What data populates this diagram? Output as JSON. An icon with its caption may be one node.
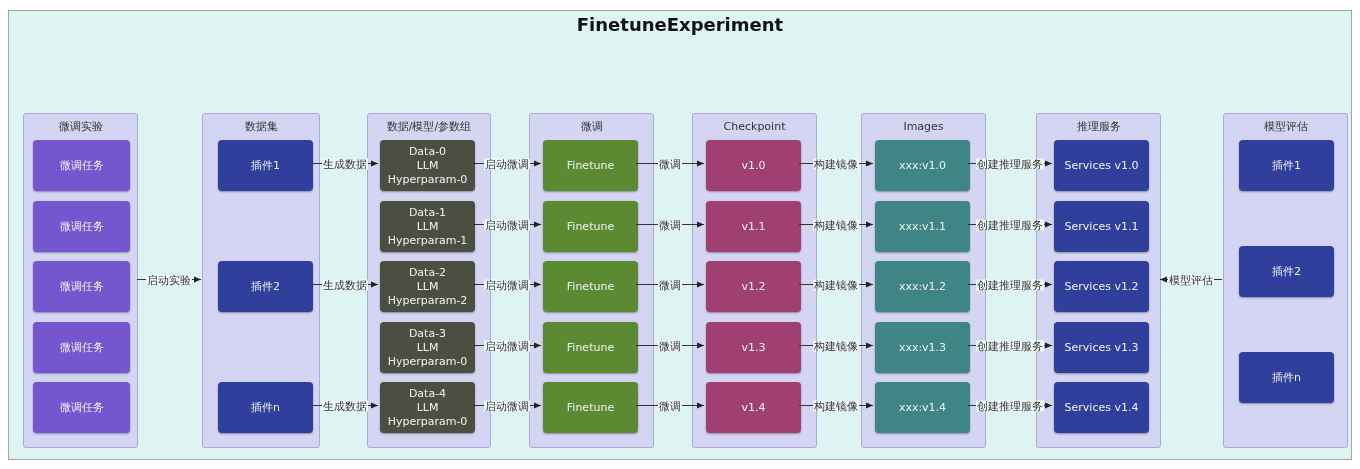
{
  "diagram": {
    "title": "FinetuneExperiment",
    "nodes": [
      {
        "text": [],
        "shape": "box"
      },
      {
        "text": [
          "微调实验"
        ],
        "in": 0
      },
      {
        "text": [
          "微调任务"
        ],
        "in": 1
      },
      {
        "text": [
          "微调任务"
        ],
        "in": 1
      },
      {
        "text": [
          "微调任务"
        ],
        "in": 1
      },
      {
        "text": [
          "微调任务"
        ],
        "in": 1
      },
      {
        "text": [
          "微调任务"
        ],
        "in": 1
      },
      {
        "text": [
          "数据集"
        ],
        "in": 0
      },
      {
        "text": [
          "插件1"
        ],
        "in": 7
      },
      {
        "text": [
          "插件2"
        ],
        "in": 7
      },
      {
        "text": [
          "插件n"
        ],
        "in": 7
      },
      {
        "text": [
          "数据/模型/参数组"
        ],
        "in": 0
      },
      {
        "text": [
          "Data-0 LLM Hyperparam-0"
        ],
        "in": 11
      },
      {
        "text": [
          "Data-1 LLM Hyperparam-1"
        ],
        "in": 11
      },
      {
        "text": [
          "Data-2 LLM Hyperparam-2"
        ],
        "in": 11
      },
      {
        "text": [
          "Data-3 LLM Hyperparam-0"
        ],
        "in": 11
      },
      {
        "text": [
          "Data-4 LLM Hyperparam-0"
        ],
        "in": 11
      },
      {
        "text": [
          "微调"
        ],
        "in": 0
      },
      {
        "text": [
          "Finetune"
        ],
        "in": 17
      },
      {
        "text": [
          "Finetune"
        ],
        "in": 17
      },
      {
        "text": [
          "Finetune"
        ],
        "in": 17
      },
      {
        "text": [
          "Finetune"
        ],
        "in": 17
      },
      {
        "text": [
          "Finetune"
        ],
        "in": 17
      },
      {
        "text": [
          "Checkpoint"
        ],
        "in": 0
      },
      {
        "text": [
          "v1.0"
        ],
        "in": 23
      },
      {
        "text": [
          "v1.1"
        ],
        "in": 23
      },
      {
        "text": [
          "v1.2"
        ],
        "in": 23
      },
      {
        "text": [
          "v1.3"
        ],
        "in": 23
      },
      {
        "text": [
          "v1.4"
        ],
        "in": 23
      },
      {
        "text": [
          "Images"
        ],
        "in": 0
      },
      {
        "text": [
          "xxx:v1.0"
        ],
        "in": 29
      },
      {
        "text": [
          "xxx:v1.1"
        ],
        "in": 29
      },
      {
        "text": [
          "xxx:v1.2"
        ],
        "in": 29
      },
      {
        "text": [
          "xxx:v1.3"
        ],
        "in": 29
      },
      {
        "text": [
          "xxx:v1.4"
        ],
        "in": 29
      },
      {
        "text": [
          "推理服务"
        ],
        "in": 0
      },
      {
        "text": [
          "Services v1.0"
        ],
        "in": 35
      },
      {
        "text": [
          "Services v1.1"
        ],
        "in": 35
      },
      {
        "text": [
          "Services v1.2"
        ],
        "in": 35
      },
      {
        "text": [
          "Services v1.3"
        ],
        "in": 35
      },
      {
        "text": [
          "Services v1.4"
        ],
        "in": 35
      },
      {
        "text": [
          "模型评估"
        ],
        "in": 0
      },
      {
        "text": [
          "插件1"
        ],
        "in": 41
      },
      {
        "text": [
          "插件2"
        ],
        "in": 41
      },
      {
        "text": [
          "插件n"
        ],
        "in": 41
      }
    ],
    "edges": [
      {
        "from": 1,
        "to": 7,
        "arrow": "to",
        "label": "启动实验"
      },
      {
        "from": 8,
        "to": 12,
        "arrow": "to",
        "label": "生成数据"
      },
      {
        "from": 9,
        "to": 14,
        "arrow": "to",
        "label": "生成数据"
      },
      {
        "from": 10,
        "to": 16,
        "arrow": "to",
        "label": "生成数据"
      },
      {
        "from": 12,
        "to": 18,
        "arrow": "to",
        "label": "启动微调"
      },
      {
        "from": 13,
        "to": 19,
        "arrow": "to",
        "label": "启动微调"
      },
      {
        "from": 14,
        "to": 20,
        "arrow": "to",
        "label": "启动微调"
      },
      {
        "from": 15,
        "to": 21,
        "arrow": "to",
        "label": "启动微调"
      },
      {
        "from": 16,
        "to": 22,
        "arrow": "to",
        "label": "启动微调"
      },
      {
        "from": 18,
        "to": 24,
        "arrow": "to",
        "label": "微调"
      },
      {
        "from": 19,
        "to": 25,
        "arrow": "to",
        "label": "微调"
      },
      {
        "from": 20,
        "to": 26,
        "arrow": "to",
        "label": "微调"
      },
      {
        "from": 21,
        "to": 27,
        "arrow": "to",
        "label": "微调"
      },
      {
        "from": 22,
        "to": 28,
        "arrow": "to",
        "label": "微调"
      },
      {
        "from": 24,
        "to": 30,
        "arrow": "to",
        "label": "构建镜像"
      },
      {
        "from": 25,
        "to": 31,
        "arrow": "to",
        "label": "构建镜像"
      },
      {
        "from": 26,
        "to": 32,
        "arrow": "to",
        "label": "构建镜像"
      },
      {
        "from": 27,
        "to": 33,
        "arrow": "to",
        "label": "构建镜像"
      },
      {
        "from": 28,
        "to": 34,
        "arrow": "to",
        "label": "构建镜像"
      },
      {
        "from": 30,
        "to": 36,
        "arrow": "to",
        "label": "创建推理服务"
      },
      {
        "from": 31,
        "to": 37,
        "arrow": "to",
        "label": "创建推理服务"
      },
      {
        "from": 32,
        "to": 38,
        "arrow": "to",
        "label": "创建推理服务"
      },
      {
        "from": 33,
        "to": 39,
        "arrow": "to",
        "label": "创建推理服务"
      },
      {
        "from": 34,
        "to": 40,
        "arrow": "to",
        "label": "创建推理服务"
      },
      {
        "from": 41,
        "to": 35,
        "arrow": "to",
        "label": "模型评估"
      }
    ]
  }
}
